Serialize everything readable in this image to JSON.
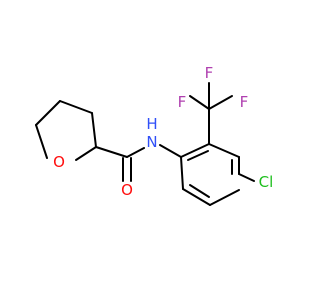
{
  "colors": {
    "carbon_bond": "#000000",
    "oxygen": "#ff0d0d",
    "nitrogen": "#3050f8",
    "chlorine": "#1fbf1f",
    "fluorine": "#b040b0"
  },
  "atoms": {
    "ring_oxygen": "O",
    "carbonyl_oxygen": "O",
    "amide_nitrogen": "N",
    "amide_hydrogen": "H",
    "chlorine": "Cl",
    "fluorine_top_left": "F",
    "fluorine_top_right": "F",
    "fluorine_right": "F"
  }
}
